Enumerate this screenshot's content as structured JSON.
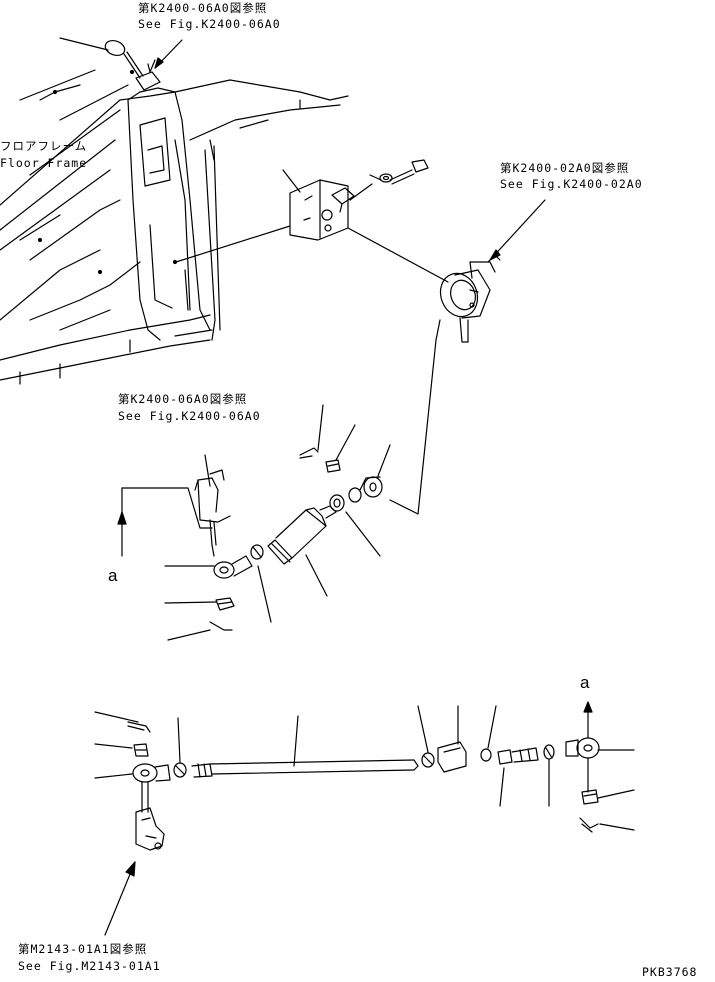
{
  "references": {
    "top_jp": "第K2400-06A0図参照",
    "top_en": "See Fig.K2400-06A0",
    "right_jp": "第K2400-02A0図参照",
    "right_en": "See Fig.K2400-02A0",
    "mid_jp": "第K2400-06A0図参照",
    "mid_en": "See Fig.K2400-06A0",
    "bottom_jp": "第M2143-01A1図参照",
    "bottom_en": "See Fig.M2143-01A1"
  },
  "floor_frame": {
    "jp": "フロアフレーム",
    "en": "Floor Frame"
  },
  "connection_marks": {
    "left": "a",
    "right": "a"
  },
  "drawing_code": "PKB3768",
  "colors": {
    "line": "#000000",
    "background": "#ffffff"
  }
}
